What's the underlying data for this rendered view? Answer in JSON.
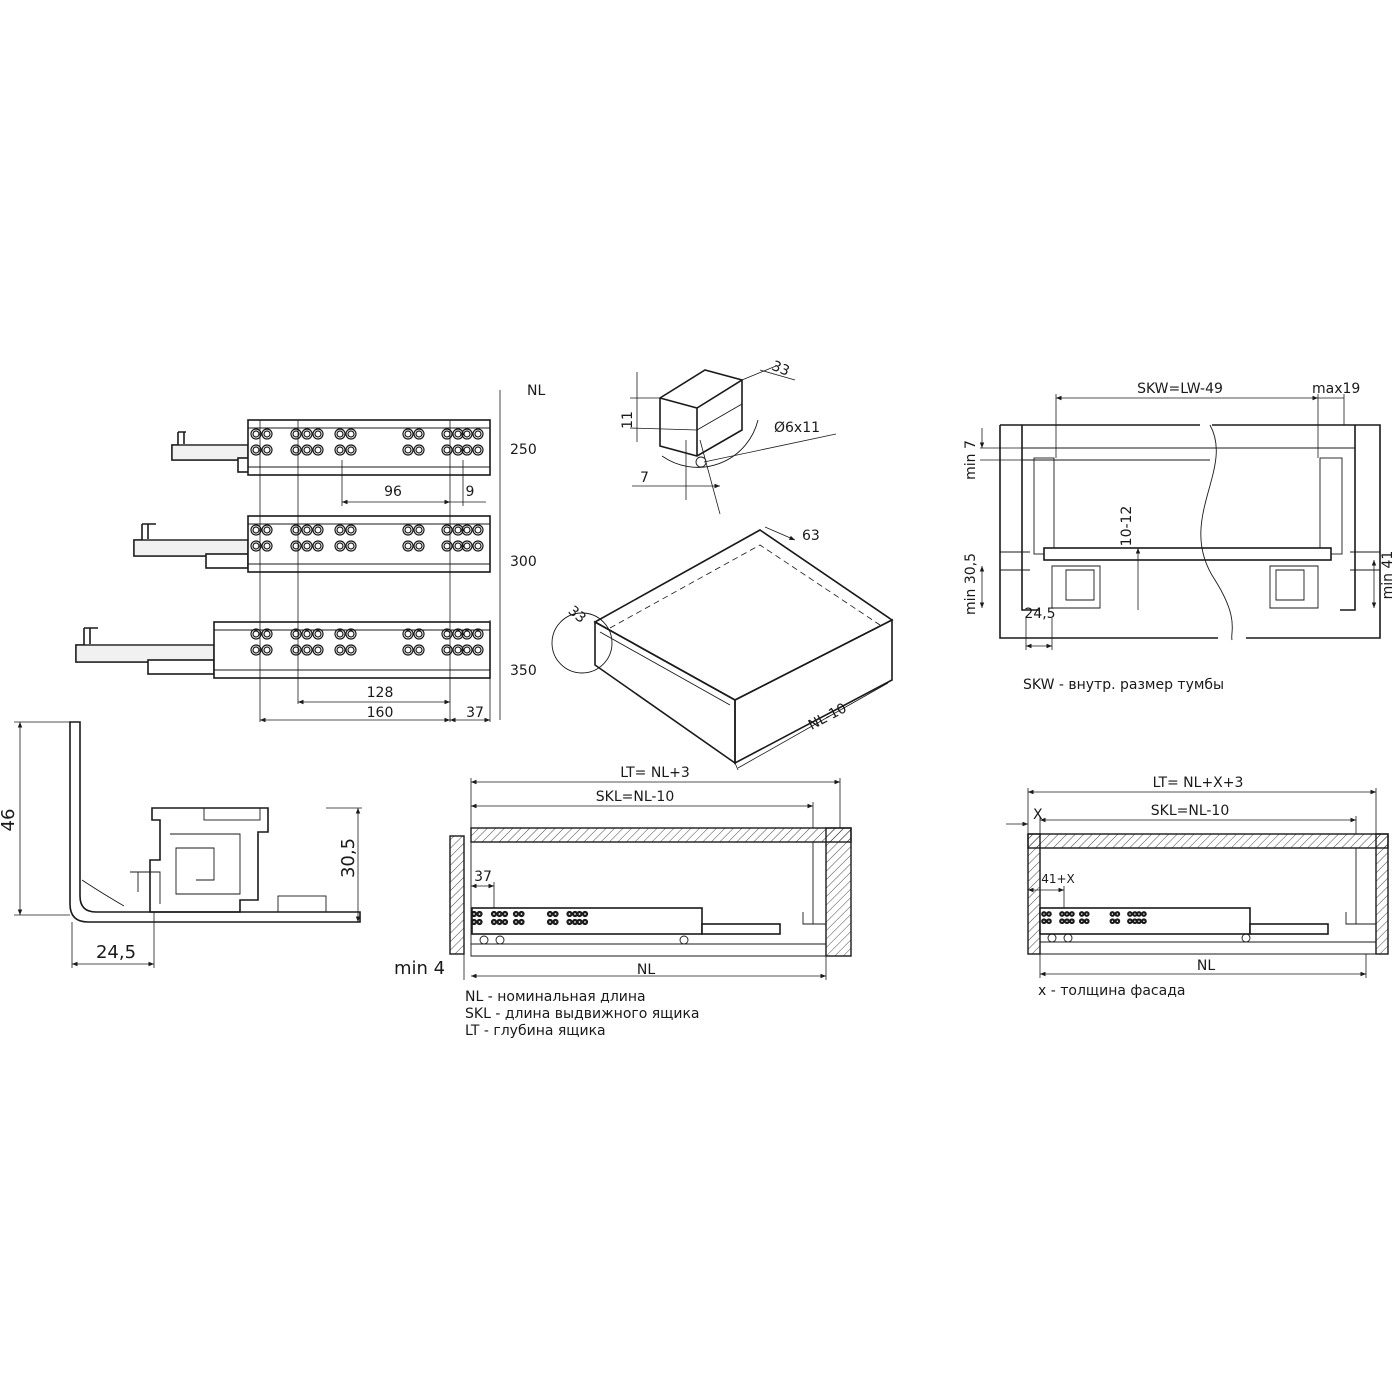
{
  "slides_view": {
    "nl_header": "NL",
    "lengths": [
      "250",
      "300",
      "350"
    ],
    "dims": {
      "d96": "96",
      "d9": "9",
      "d128": "128",
      "d160": "160",
      "d37": "37"
    }
  },
  "hole_detail": {
    "d33": "33",
    "d11": "11",
    "d7": "7",
    "hole": "Ø6x11"
  },
  "drawer_iso": {
    "d63": "63",
    "d33": "33",
    "length": "NL-10"
  },
  "cabinet_section": {
    "skw": "SKW=LW-49",
    "max19": "max19",
    "min7": "min 7",
    "d10_12": "10-12",
    "min30_5": "min 30,5",
    "d24_5": "24,5",
    "min41": "min 41",
    "note": "SKW - внутр. размер тумбы"
  },
  "profile": {
    "h46": "46",
    "h30_5": "30,5",
    "w24_5": "24,5"
  },
  "side_view_a": {
    "lt": "LT= NL+3",
    "skl": "SKL=NL-10",
    "d37": "37",
    "min4": "min 4",
    "nl": "NL",
    "legend": [
      "NL - номинальная длина",
      "SKL - длина выдвижного ящика",
      "LT - глубина ящика"
    ]
  },
  "side_view_b": {
    "lt": "LT= NL+X+3",
    "x": "X",
    "skl": "SKL=NL-10",
    "d41x": "41+X",
    "nl": "NL",
    "note": "x - толщина фасада"
  }
}
